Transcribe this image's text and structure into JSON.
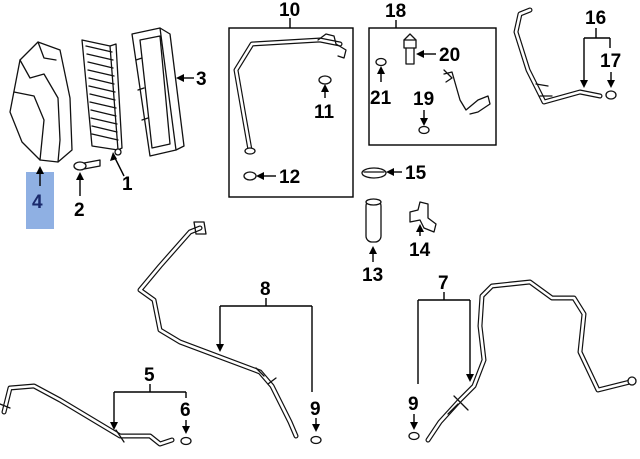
{
  "callouts": {
    "c1": "1",
    "c2": "2",
    "c3": "3",
    "c4": "4",
    "c5": "5",
    "c6": "6",
    "c7": "7",
    "c8": "8",
    "c9a": "9",
    "c9b": "9",
    "c10": "10",
    "c11": "11",
    "c12": "12",
    "c13": "13",
    "c14": "14",
    "c15": "15",
    "c16": "16",
    "c17": "17",
    "c18": "18",
    "c19": "19",
    "c20": "20",
    "c21": "21"
  },
  "highlight": {
    "part": "4",
    "color": "#8fb0e3"
  }
}
